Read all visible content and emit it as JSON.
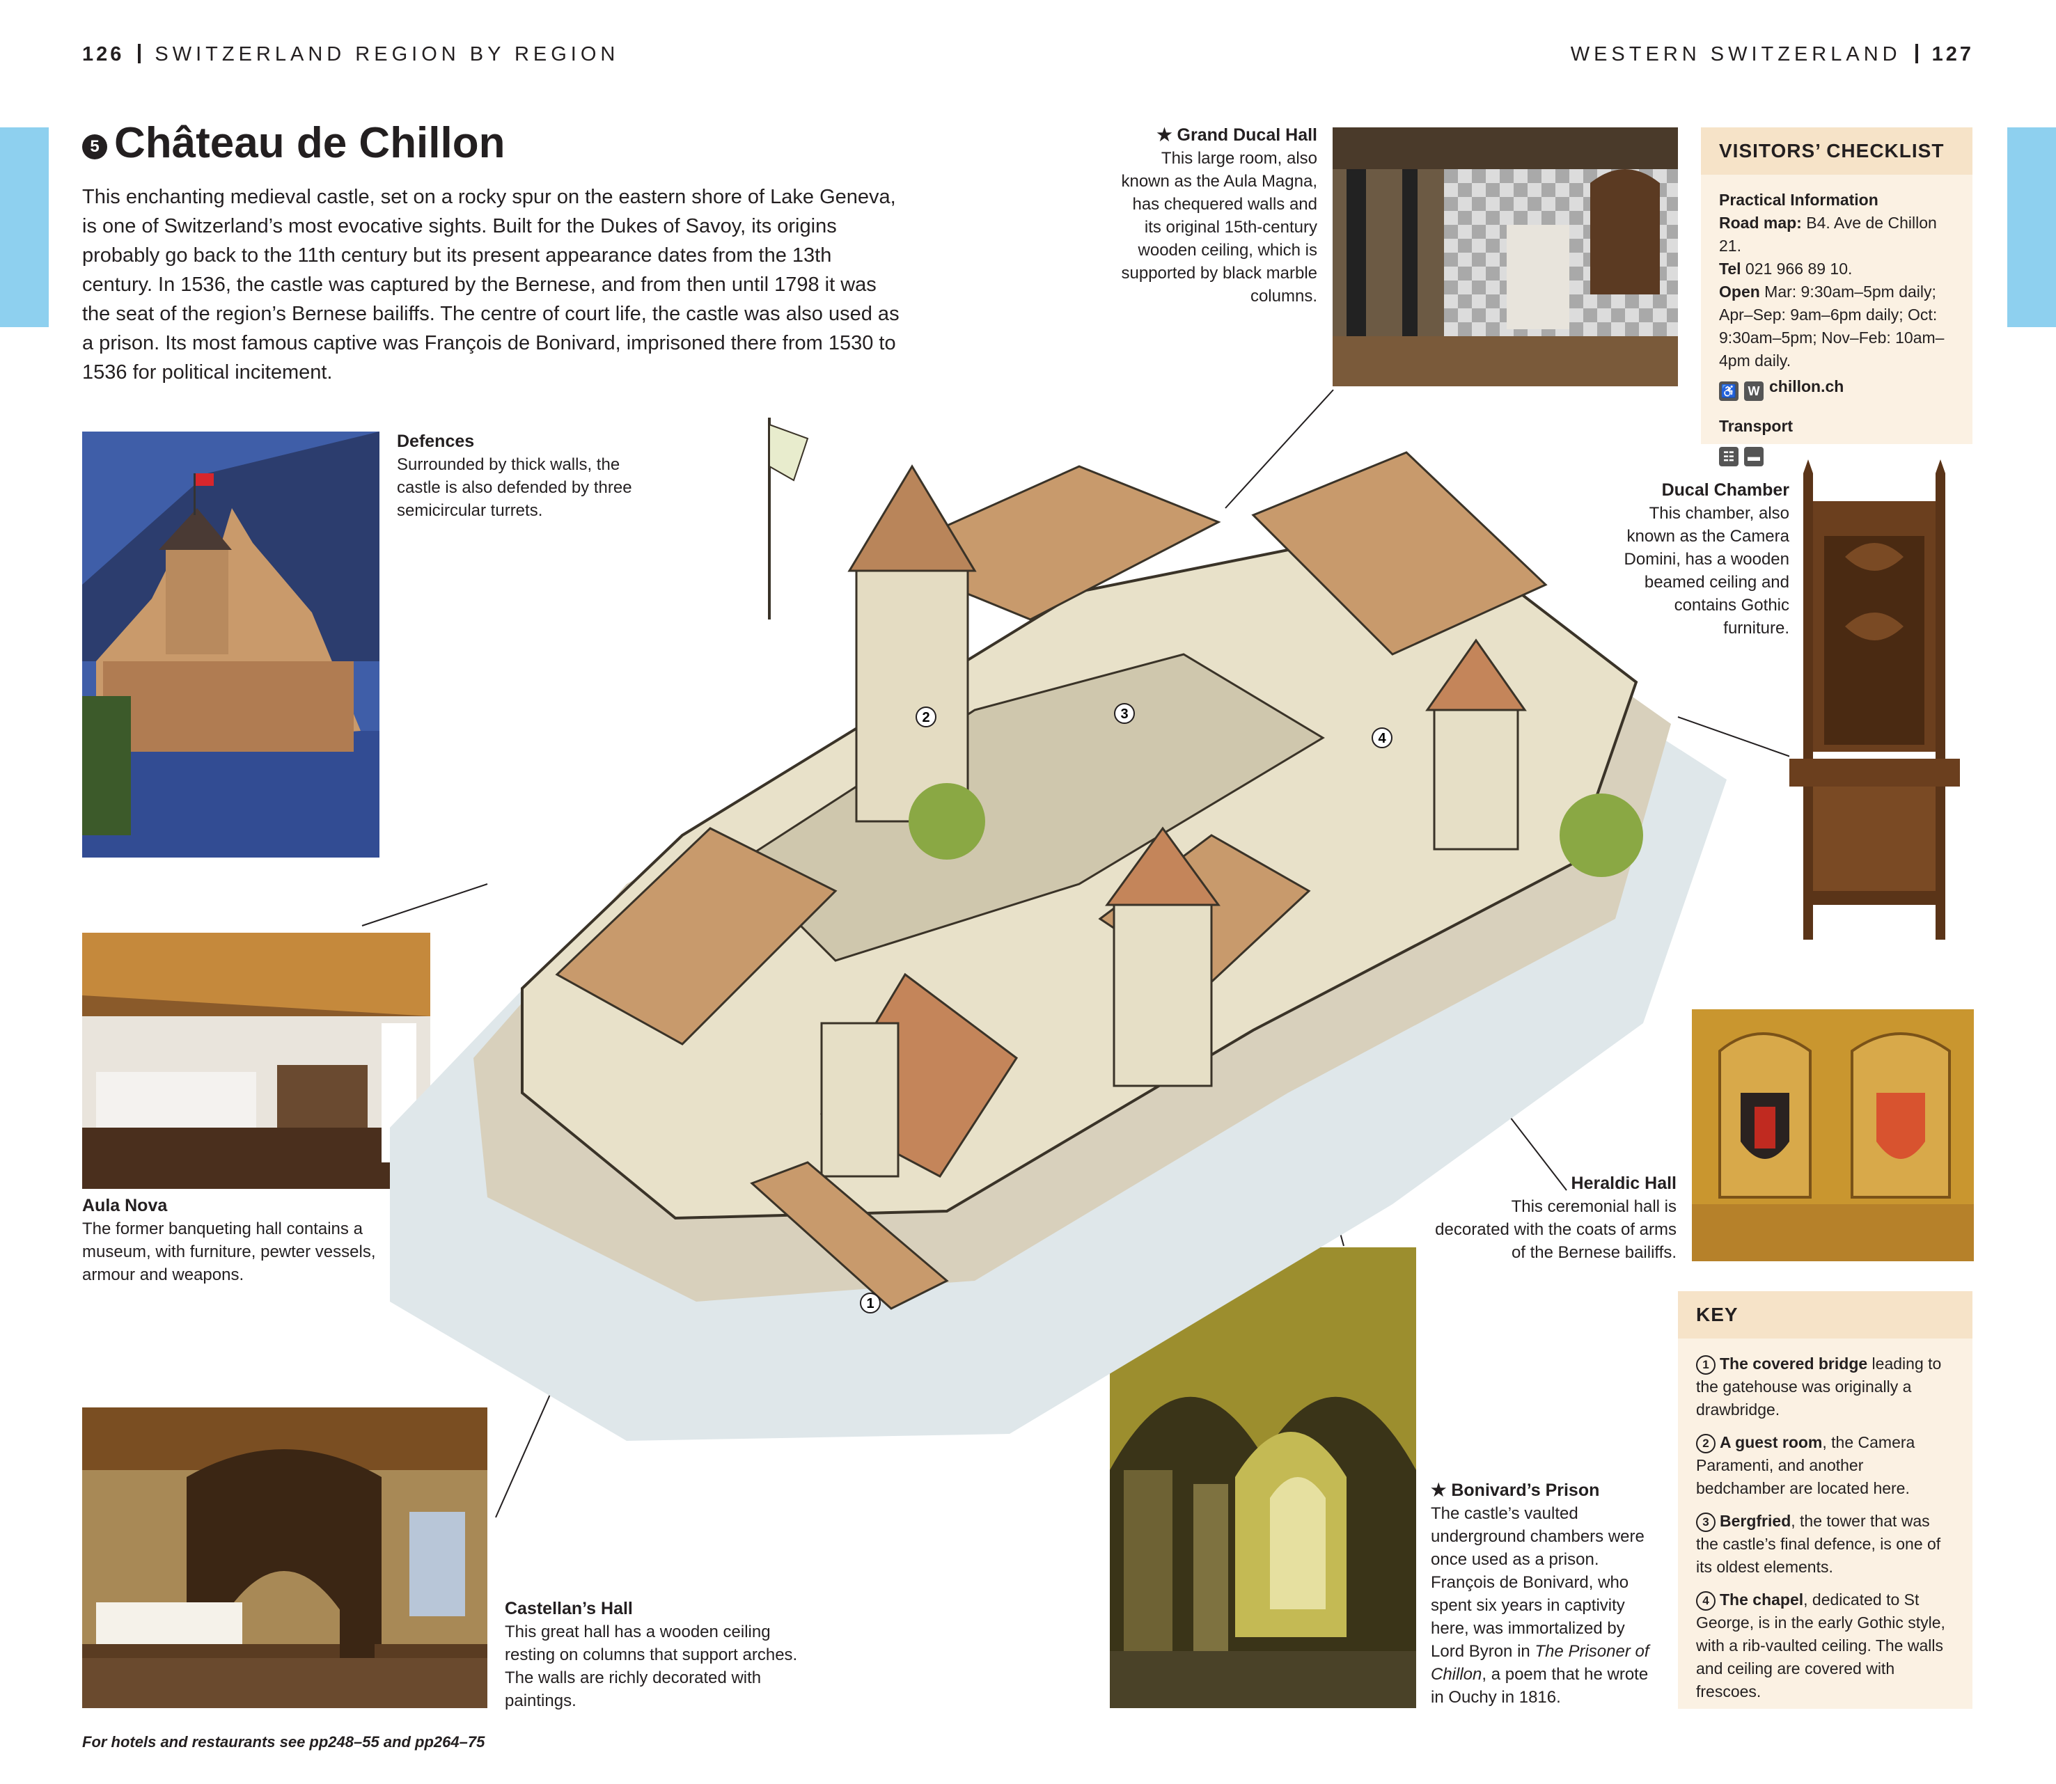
{
  "header": {
    "left_page_number": "126",
    "left_section": "SWITZERLAND REGION BY REGION",
    "right_section": "WESTERN SWITZERLAND",
    "right_page_number": "127"
  },
  "article": {
    "number": "5",
    "title": "Château de Chillon",
    "intro": "This enchanting medieval castle, set on a rocky spur on the eastern shore of Lake Geneva, is one of Switzerland’s most evocative sights. Built for the Dukes of Savoy, its origins probably go back to the 11th century but its present appearance dates from the 13th century. In 1536, the castle was captured by the Bernese, and from then until 1798 it was the seat of the region’s Bernese bailiffs. The centre of court life, the castle was also used as a prison. Its most famous captive was François de Bonivard, imprisoned there from 1530 to 1536 for political incitement."
  },
  "captions": {
    "defences": {
      "title": "Defences",
      "text": "Surrounded by thick walls, the castle is also defended by three semicircular turrets."
    },
    "aula_nova": {
      "title": "Aula Nova",
      "text": "The former banqueting hall contains a museum, with furniture, pewter vessels, armour and weapons."
    },
    "castellans_hall": {
      "title": "Castellan’s Hall",
      "text": "This great hall has a wooden ceiling resting on columns that support arches. The walls are richly decorated with paintings."
    },
    "grand_ducal_hall": {
      "title": "★ Grand Ducal Hall",
      "text": "This large room, also known as the Aula Magna, has chequered walls and its original 15th-century wooden ceiling, which is supported by black marble columns."
    },
    "ducal_chamber": {
      "title": "Ducal Chamber",
      "text": "This chamber, also known as the Camera Domini, has a wooden beamed ceiling and contains Gothic furniture."
    },
    "heraldic_hall": {
      "title": "Heraldic Hall",
      "text": "This ceremonial hall is decorated with the coats of arms of the Bernese bailiffs."
    },
    "bonivards_prison": {
      "title": "★ Bonivard’s Prison",
      "text_before": "The castle’s vaulted underground chambers were once used as a prison. François de Bonivard, who spent six years in captivity here, was immortalized by Lord Byron in ",
      "text_italic": "The Prisoner of Chillon",
      "text_after": ", a poem that he wrote in Ouchy in 1816."
    }
  },
  "visitors_checklist": {
    "heading": "VISITORS’ CHECKLIST",
    "practical_heading": "Practical Information",
    "road_map_label": "Road map:",
    "road_map_value": "B4. Ave de Chillon 21.",
    "tel_label": "Tel",
    "tel_value": "021 966 89 10.",
    "open_label": "Open",
    "open_value": "Mar: 9:30am–5pm daily; Apr–Sep: 9am–6pm daily; Oct: 9:30am–5pm; Nov–Feb: 10am–4pm daily.",
    "website": "chillon.ch",
    "transport_heading": "Transport"
  },
  "key": {
    "heading": "KEY",
    "items": [
      {
        "n": "1",
        "bold": "The covered bridge",
        "text": " leading to the gatehouse was originally a drawbridge."
      },
      {
        "n": "2",
        "bold": "A guest room",
        "text": ", the Camera Paramenti, and another bedchamber are located here."
      },
      {
        "n": "3",
        "bold": "Bergfried",
        "text": ", the tower that was the castle’s final defence, is one of its oldest elements."
      },
      {
        "n": "4",
        "bold": "The chapel",
        "text": ", dedicated to St George, is in the early Gothic style, with a rib-vaulted ceiling. The walls and ceiling are covered with frescoes."
      }
    ]
  },
  "illustration_markers": [
    "1",
    "2",
    "3",
    "4"
  ],
  "footer": {
    "note": "For hotels and restaurants see pp248–55 and pp264–75"
  },
  "colors": {
    "tab": "#8ed0ef",
    "box_bg": "#fbf1e3",
    "box_head": "#f6e3c8",
    "text": "#231f20"
  }
}
